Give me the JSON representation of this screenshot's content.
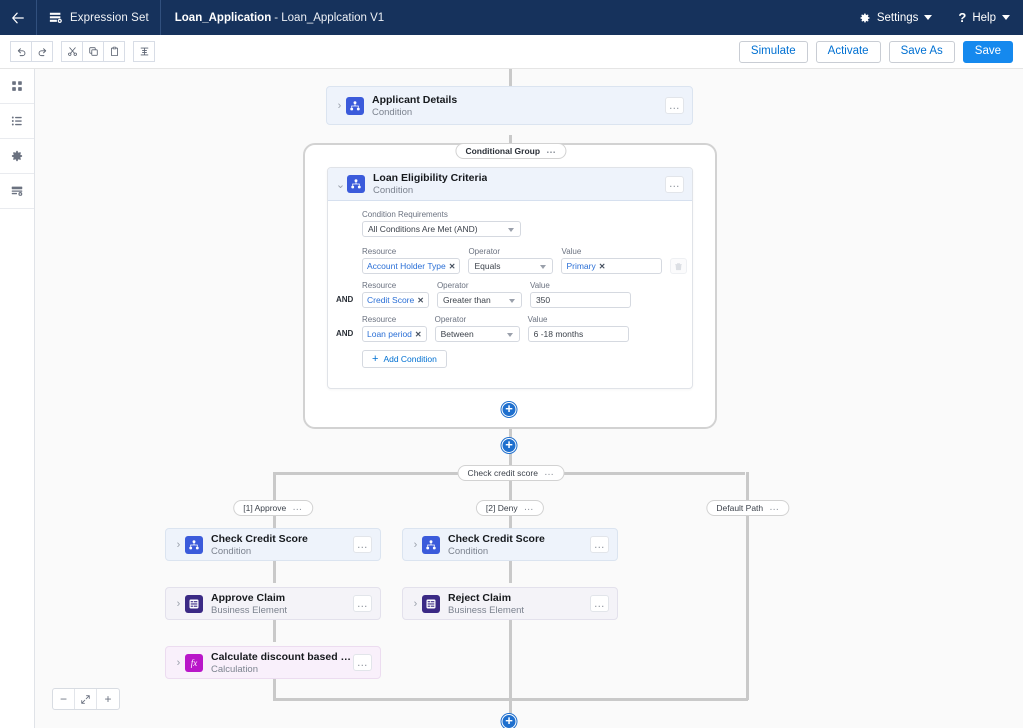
{
  "header": {
    "back_icon": "arrow-left-icon",
    "app_icon": "expression-set-icon",
    "app_name": "Expression Set",
    "title_bold": "Loan_Application",
    "title_rest": "- Loan_Applcation V1",
    "settings_label": "Settings",
    "settings_icon": "gear-icon",
    "help_label": "Help",
    "help_icon": "question-icon"
  },
  "toolbar": {
    "undo_icon": "undo-icon",
    "redo_icon": "redo-icon",
    "cut_icon": "scissors-icon",
    "copy_icon": "copy-icon",
    "paste_icon": "clipboard-icon",
    "align_icon": "align-icon",
    "simulate_label": "Simulate",
    "activate_label": "Activate",
    "save_as_label": "Save As",
    "save_label": "Save"
  },
  "rail": {
    "items": [
      {
        "name": "grid-icon"
      },
      {
        "name": "list-icon"
      },
      {
        "name": "gear-icon"
      },
      {
        "name": "panel-icon"
      }
    ]
  },
  "canvas": {
    "applicant_node": {
      "title": "Applicant Details",
      "subtitle": "Condition",
      "menu": "…"
    },
    "group_pill": {
      "label": "Conditional Group",
      "menu": "…"
    },
    "eligibility": {
      "title": "Loan Eligibility Criteria",
      "subtitle": "Condition",
      "menu": "…",
      "requirements_label": "Condition Requirements",
      "requirements_value": "All Conditions Are Met (AND)",
      "col_resource": "Resource",
      "col_operator": "Operator",
      "col_value": "Value",
      "and_label": "AND",
      "add_condition_label": "Add Condition",
      "rows": [
        {
          "resource": "Account Holder Type",
          "operator": "Equals",
          "value": "Primary",
          "value_is_token": true
        },
        {
          "resource": "Credit Score",
          "operator": "Greater than",
          "value": "350",
          "value_is_token": false
        },
        {
          "resource": "Loan period",
          "operator": "Between",
          "value": "6 -18 months",
          "value_is_token": false
        }
      ]
    },
    "decision_pill": {
      "label": "Check credit score",
      "menu": "…"
    },
    "branches": [
      {
        "label": "[1] Approve",
        "menu": "…"
      },
      {
        "label": "[2] Deny",
        "menu": "…"
      },
      {
        "label": "Default Path",
        "menu": "…"
      }
    ],
    "left_nodes": [
      {
        "title": "Check Credit Score",
        "subtitle": "Condition",
        "kind": "cond",
        "icon": "condition-icon",
        "menu": "…"
      },
      {
        "title": "Approve Claim",
        "subtitle": "Business Element",
        "kind": "biz",
        "icon": "business-element-icon",
        "menu": "…"
      },
      {
        "title": "Calculate discount based on customer...",
        "subtitle": "Calculation",
        "kind": "calc",
        "icon": "calculation-icon",
        "menu": "…"
      }
    ],
    "right_nodes": [
      {
        "title": "Check Credit Score",
        "subtitle": "Condition",
        "kind": "cond",
        "icon": "condition-icon",
        "menu": "…"
      },
      {
        "title": "Reject Claim",
        "subtitle": "Business Element",
        "kind": "biz",
        "icon": "business-element-icon",
        "menu": "…"
      }
    ],
    "zoom": {
      "out_label": "−",
      "fit_icon": "fit-screen-icon",
      "in_label": "+"
    }
  },
  "colors": {
    "header_bg": "#16325c",
    "primary_blue": "#1589ee",
    "link_blue": "#0070d2",
    "condition_icon": "#3b5bdb",
    "business_icon": "#3b2a85",
    "calculation_icon": "#b916c9",
    "canvas_bg": "#fafafa",
    "connector": "#c9c9c9"
  }
}
